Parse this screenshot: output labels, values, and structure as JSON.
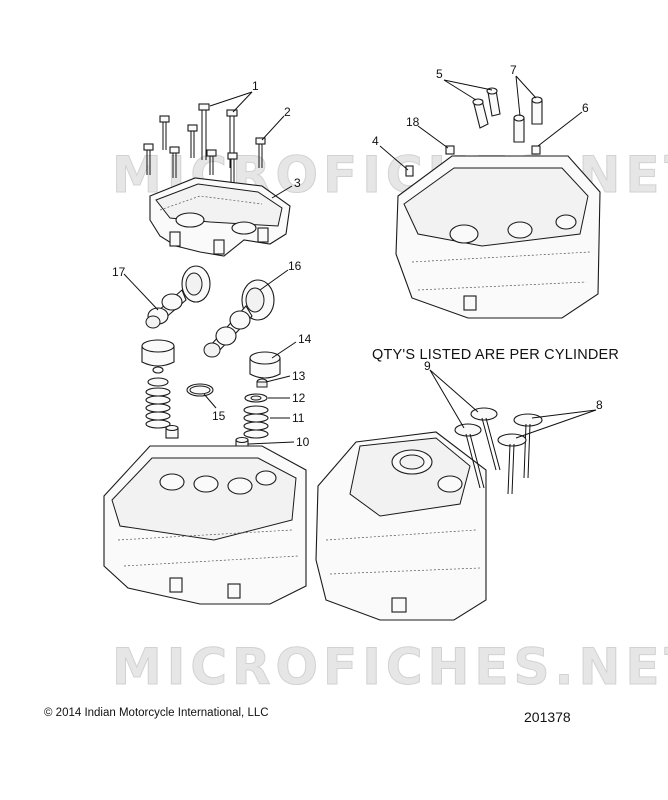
{
  "note": "QTY'S LISTED ARE PER CYLINDER",
  "copyright": "© 2014 Indian Motorcycle International, LLC",
  "diagram_code": "201378",
  "watermark": "MICROFICHES.NET",
  "callouts": [
    {
      "id": "1",
      "label": "1"
    },
    {
      "id": "2",
      "label": "2"
    },
    {
      "id": "3",
      "label": "3"
    },
    {
      "id": "4",
      "label": "4"
    },
    {
      "id": "5",
      "label": "5"
    },
    {
      "id": "6",
      "label": "6"
    },
    {
      "id": "7",
      "label": "7"
    },
    {
      "id": "8",
      "label": "8"
    },
    {
      "id": "9",
      "label": "9"
    },
    {
      "id": "10",
      "label": "10"
    },
    {
      "id": "11",
      "label": "11"
    },
    {
      "id": "12",
      "label": "12"
    },
    {
      "id": "13",
      "label": "13"
    },
    {
      "id": "14",
      "label": "14"
    },
    {
      "id": "15",
      "label": "15"
    },
    {
      "id": "16",
      "label": "16"
    },
    {
      "id": "17",
      "label": "17"
    },
    {
      "id": "18",
      "label": "18"
    }
  ]
}
